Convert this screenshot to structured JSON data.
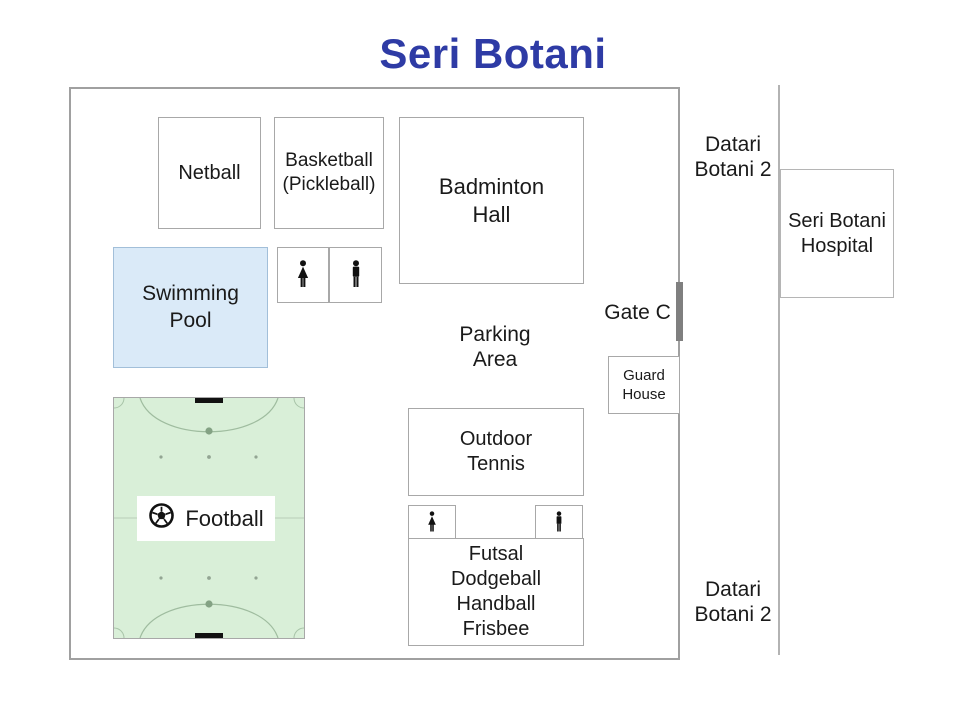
{
  "title": "Seri Botani",
  "colors": {
    "title_blue": "#2e3ba5",
    "pool_fill": "#daeaf8",
    "field_fill": "#d9efd8",
    "field_line_green": "#9fbc9f",
    "boundary_gray": "#a0a0a0",
    "gate_marker_gray": "#7f7f7f",
    "text_dark": "#1a1a1a"
  },
  "facilities": {
    "netball": {
      "label": "Netball"
    },
    "basketball": {
      "label": "Basketball\n(Pickleball)"
    },
    "badminton": {
      "label": "Badminton\nHall"
    },
    "swimming_pool": {
      "label": "Swimming\nPool"
    },
    "football": {
      "label": "Football"
    },
    "outdoor_tennis": {
      "label": "Outdoor\nTennis"
    },
    "multi_court": {
      "label": "Futsal\nDodgeball\nHandball\nFrisbee"
    },
    "guard_house": {
      "label": "Guard\nHouse"
    },
    "hospital": {
      "label": "Seri Botani\nHospital"
    }
  },
  "labels": {
    "parking": "Parking\nArea",
    "gate_c": "Gate C",
    "datari_top": "Datari\nBotani 2",
    "datari_bottom": "Datari\nBotani 2"
  },
  "icons": {
    "restroom_female": "female-restroom-icon",
    "restroom_male": "male-restroom-icon",
    "football_ball": "soccer-ball-icon"
  }
}
